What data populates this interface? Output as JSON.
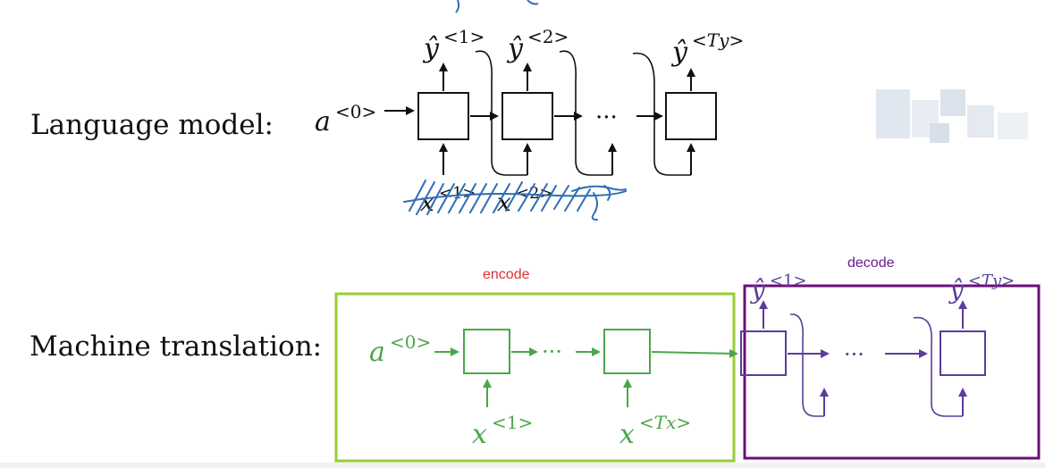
{
  "colors": {
    "black": "#111111",
    "green": "#4aa64a",
    "purple": "#5a3c9a",
    "encode_box": "#9acd32",
    "decode_box": "#6a0f7a",
    "encode_label": "#e03030",
    "decode_label": "#6a1a8a",
    "scribble": "#2f6db5"
  },
  "language_model": {
    "label": "Language model:",
    "a0_base": "a",
    "a0_sup": "<0>",
    "y1_base": "ŷ",
    "y1_sup": "<1>",
    "y2_base": "ŷ",
    "y2_sup": "<2>",
    "yT_base": "ŷ",
    "yT_sup": "<Ty>",
    "x1_base": "x",
    "x1_sup": "<1>",
    "x2_base": "x",
    "x2_sup": "<2>",
    "ellipsis": "···"
  },
  "machine_translation": {
    "label": "Machine translation:",
    "encode_label": "encode",
    "decode_label": "decode",
    "a0_base": "a",
    "a0_sup": "<0>",
    "x1_base": "x",
    "x1_sup": "<1>",
    "xT_base": "x",
    "xT_sup": "<Tx>",
    "y1_base": "ŷ",
    "y1_sup": "<1>",
    "yT_base": "ŷ",
    "yT_sup": "<Ty>",
    "ellipsis_encoder": "···",
    "ellipsis_decoder": "···"
  }
}
